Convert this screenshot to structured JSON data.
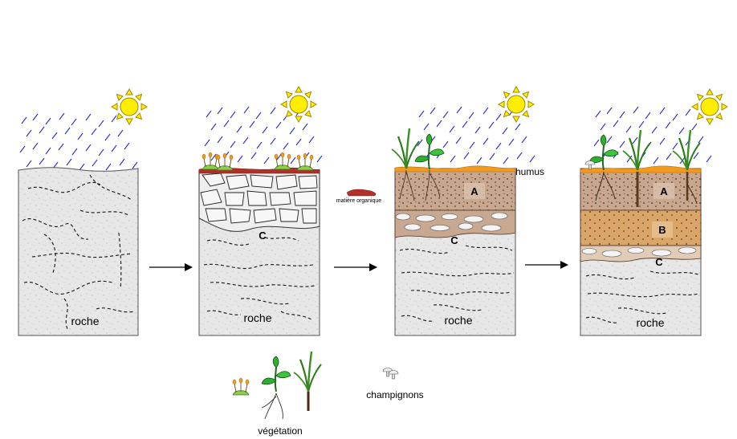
{
  "panels": [
    {
      "rock_label": "roche"
    },
    {
      "rock_label": "roche",
      "horizon_c": "C"
    },
    {
      "rock_label": "roche",
      "horizon_a": "A",
      "horizon_c": "C",
      "humus_label": "humus"
    },
    {
      "rock_label": "roche",
      "horizon_a": "A",
      "horizon_b": "B",
      "horizon_c": "C"
    }
  ],
  "legend": {
    "organic_matter": "matière organique",
    "vegetation": "végétation",
    "mushrooms": "champignons"
  },
  "icons": [
    "sun-icon",
    "rain-icon",
    "arrow-right-icon",
    "plant-icon",
    "moss-icon",
    "mushroom-icon"
  ],
  "colors": {
    "rock": "#e6e6e6",
    "rain": "#2a2ad6",
    "sun": "#ffee00",
    "humus": "#f29a1e",
    "horizon_a": "#c9a78e",
    "horizon_b": "#d9a668",
    "organic": "#b0302a"
  }
}
